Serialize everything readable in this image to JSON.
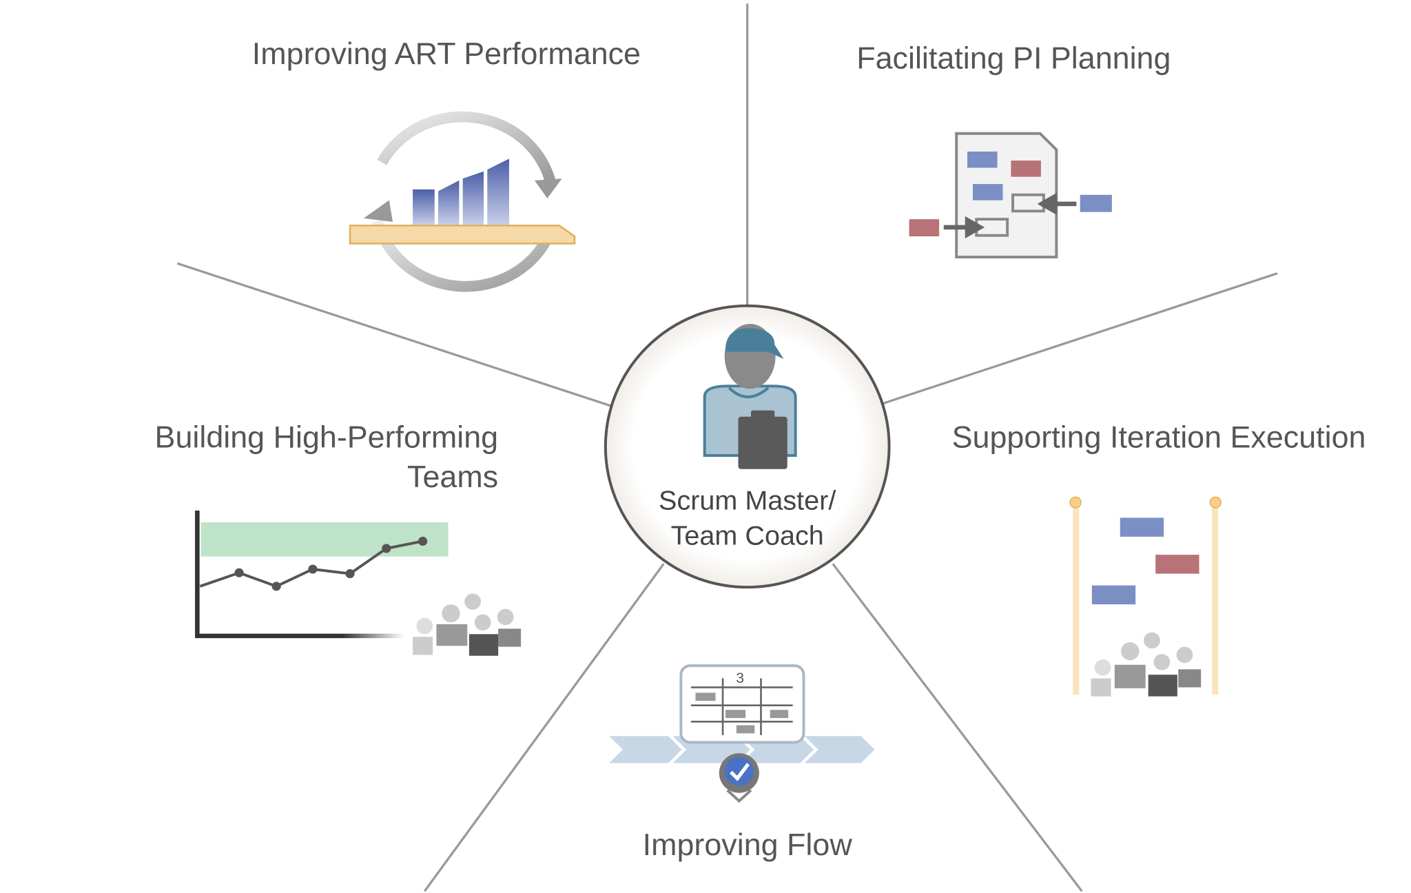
{
  "center": {
    "line1": "Scrum Master/",
    "line2": "Team Coach",
    "icon": "scrum-master-icon"
  },
  "segments": {
    "art_performance": {
      "title": "Improving ART Performance",
      "icon": "train-performance-icon"
    },
    "pi_planning": {
      "title": "Facilitating PI Planning",
      "icon": "planning-document-icon"
    },
    "high_performing_teams": {
      "line1": "Building High-Performing",
      "line2": "Teams",
      "icon": "team-performance-chart-icon"
    },
    "iteration_execution": {
      "title": "Supporting Iteration Execution",
      "icon": "iteration-board-icon"
    },
    "flow": {
      "title": "Improving Flow",
      "icon": "kanban-flow-icon",
      "board_number": "3"
    }
  },
  "colors": {
    "blue": "#7b8fc4",
    "red": "#b87379",
    "green": "#bfe3c8",
    "line": "#999999",
    "teal": "#4a7f99"
  }
}
